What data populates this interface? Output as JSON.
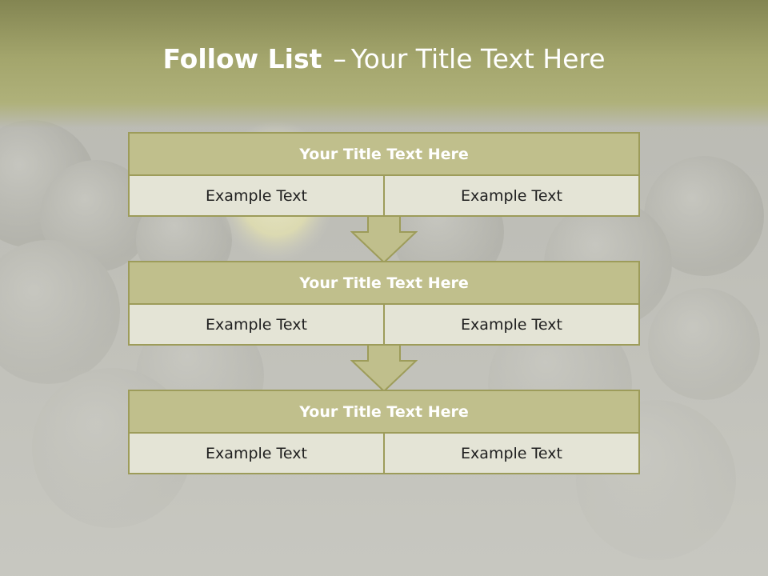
{
  "slide": {
    "title_bold": "Follow List",
    "title_separator": "–",
    "title_rest": "Your Title Text Here"
  },
  "steps": [
    {
      "title": "Your Title Text Here",
      "left": "Example Text",
      "right": "Example Text"
    },
    {
      "title": "Your Title Text Here",
      "left": "Example Text",
      "right": "Example Text"
    },
    {
      "title": "Your Title Text Here",
      "left": "Example Text",
      "right": "Example Text"
    }
  ],
  "colors": {
    "header": "#a3a56c",
    "box_title_fill": "#c0bf8c",
    "box_cell_fill": "#e4e4d6",
    "border": "#9d9c5a"
  },
  "background_image": "light-bulbs-photo"
}
